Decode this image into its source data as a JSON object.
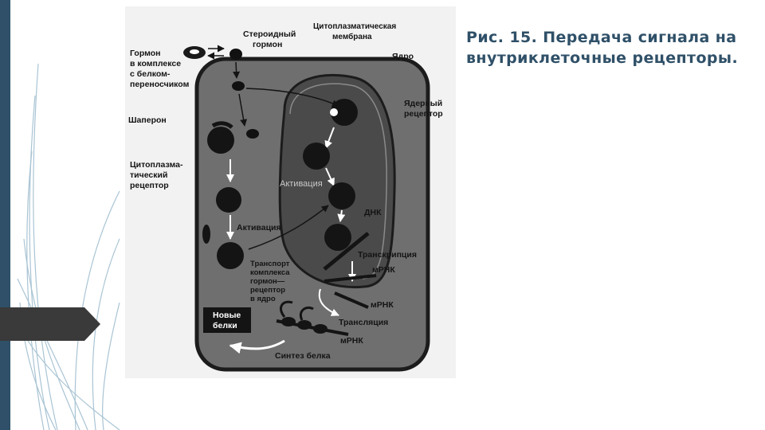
{
  "caption": "Рис. 15. Передача сигнала на внутриклеточные рецепторы.",
  "colors": {
    "accent": "#2f5068",
    "cell_fill": "#6f6f6f",
    "nucleus_fill": "#4a4a4a",
    "light_lines": "#a9c4d4"
  },
  "diagram": {
    "labels": {
      "hormone_complex": [
        "Гормон",
        "в комплексе",
        "с белком-",
        "переносчиком"
      ],
      "steroid_hormone": [
        "Стероидный",
        "гормон"
      ],
      "cyto_membrane": [
        "Цитоплазматическая",
        "мембрана"
      ],
      "nucleus": "Ядро",
      "chaperone": "Шаперон",
      "nuclear_receptor": [
        "Ядерный",
        "рецептор"
      ],
      "cyto_receptor": [
        "Цитоплазма-",
        "тический",
        "рецептор"
      ],
      "activation_nucleus": "Активация",
      "activation_cytoplasm": "Активация",
      "dna": "ДНК",
      "transcription": "Транскрипция",
      "mrna_1": "мРНК",
      "transport": [
        "Транспорт",
        "комплекса",
        "гормон—",
        "рецептор",
        "в ядро"
      ],
      "mrna_2": "мРНК",
      "new_proteins": [
        "Новые",
        "белки"
      ],
      "translation": "Трансляция",
      "mrna_3": "мРНК",
      "protein_synthesis": "Синтез белка"
    }
  }
}
